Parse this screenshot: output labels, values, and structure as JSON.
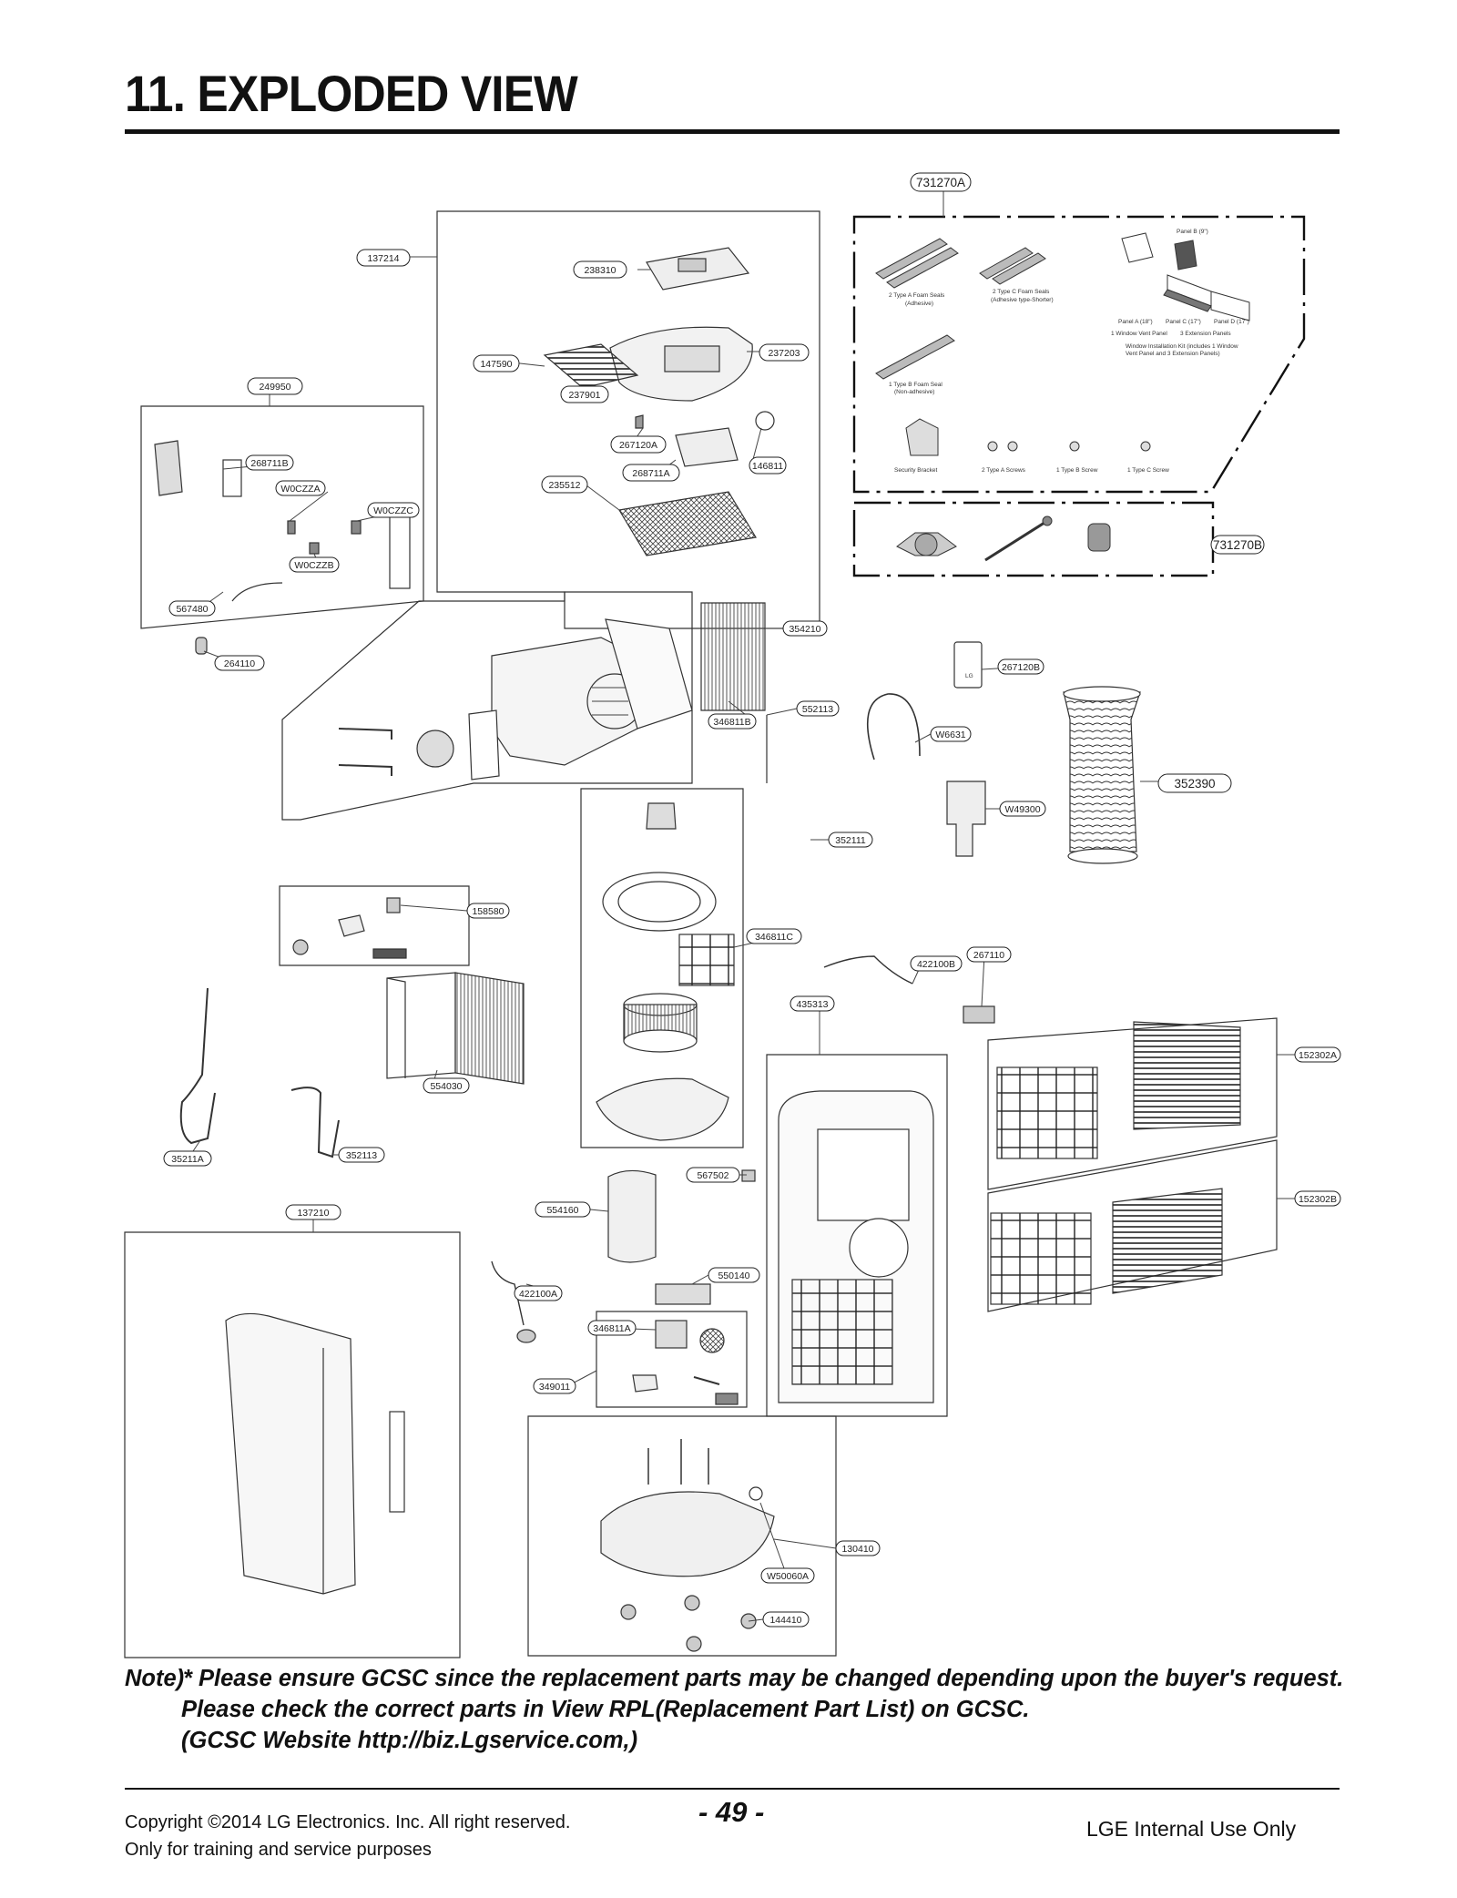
{
  "page": {
    "title": "11. EXPLODED VIEW",
    "page_number": "- 49 -",
    "copyright": "Copyright ©2014 LG Electronics. Inc. All right reserved.",
    "training": "Only for training and service purposes",
    "internal": "LGE Internal Use Only"
  },
  "note": {
    "label": "Note)",
    "line1": "* Please ensure GCSC since the replacement parts may be changed depending upon the buyer's request.",
    "line2": "Please check  the correct parts in View RPL(Replacement Part List) on GCSC.",
    "line3": "(GCSC Website  http://biz.Lgservice.com,)"
  },
  "parts": {
    "p731270A": "731270A",
    "p731270B": "731270B",
    "p137214": "137214",
    "p238310": "238310",
    "p237203": "237203",
    "p147590": "147590",
    "p237901": "237901",
    "p249950": "249950",
    "p267120A": "267120A",
    "p268711A": "268711A",
    "p146811": "146811",
    "p235512": "235512",
    "p268711B": "268711B",
    "pW0CZZA": "W0CZZA",
    "pW0CZZC": "W0CZZC",
    "pW0CZZB": "W0CZZB",
    "p567480": "567480",
    "p264110": "264110",
    "p354210": "354210",
    "p267120B": "267120B",
    "p552113": "552113",
    "p346811B": "346811B",
    "pW6631": "W6631",
    "p352390": "352390",
    "pW49300": "W49300",
    "p352111": "352111",
    "p158580": "158580",
    "p346811C": "346811C",
    "p267110": "267110",
    "p422100B": "422100B",
    "p435313": "435313",
    "p152302A": "152302A",
    "p554030": "554030",
    "p35211A": "35211A",
    "p352113": "352113",
    "p567502": "567502",
    "p152302B": "152302B",
    "p137210": "137210",
    "p554160": "554160",
    "p550140": "550140",
    "p422100A": "422100A",
    "p346811A": "346811A",
    "p349011": "349011",
    "p130410": "130410",
    "pW50060A": "W50060A",
    "p144410": "144410"
  },
  "kit": {
    "panel_b": "Panel B (9\")",
    "type_a_seals": "2 Type A Foam Seals",
    "adhesive": "(Adhesive)",
    "type_c_seals": "2 Type C Foam Seals",
    "adhesive_shorter": "(Adhesive type-Shorter)",
    "panel_a": "Panel A (18\")",
    "panel_c": "Panel C (17\")",
    "panel_d": "Panel D (17\")",
    "window_vent": "1 Window Vent Panel",
    "extension_panels": "3 Extension Panels",
    "install_kit_1": "Window Installation Kit (includes 1 Window",
    "install_kit_2": "Vent Panel and 3 Extension Panels)",
    "type_b_seal": "1 Type B Foam Seal",
    "non_adhesive": "(Non-adhesive)",
    "security_bracket": "Security Bracket",
    "type_a_screws": "2 Type A Screws",
    "type_b_screw": "1 Type B Screw",
    "type_c_screw": "1 Type C Screw",
    "brand": "LG"
  }
}
